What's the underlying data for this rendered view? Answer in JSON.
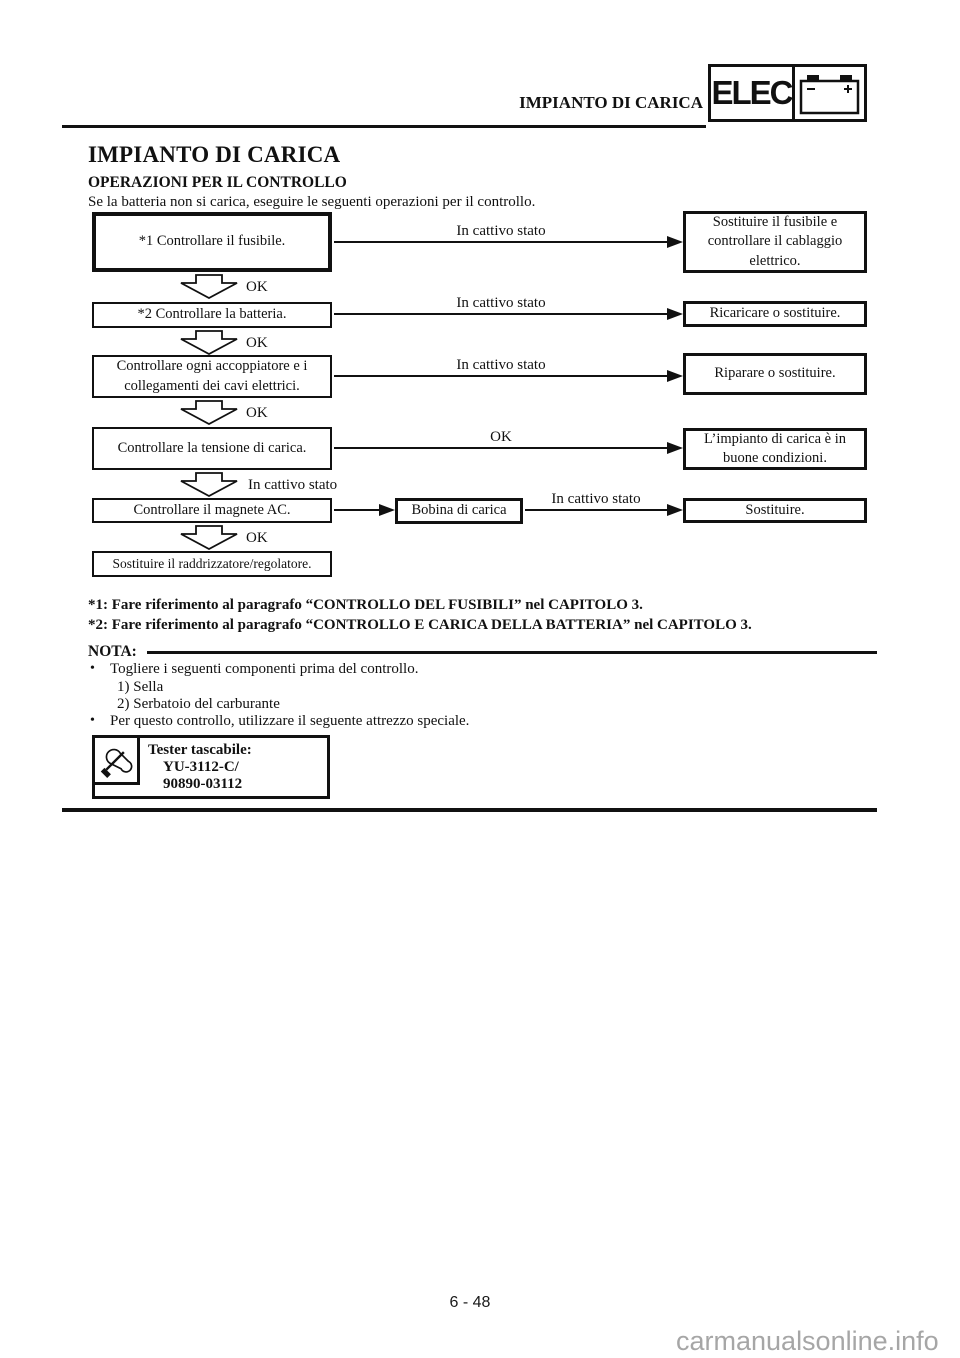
{
  "header": {
    "running_title": "IMPIANTO DI CARICA",
    "chapter_tab": "ELEC",
    "battery_minus": "−",
    "battery_plus": "+"
  },
  "section": {
    "title": "IMPIANTO DI CARICA",
    "subtitle": "OPERAZIONI PER IL CONTROLLO",
    "intro": "Se la batteria non si carica, eseguire le seguenti operazioni per il controllo."
  },
  "flowchart": {
    "labels": {
      "ok": "OK",
      "bad": "In cattivo stato"
    },
    "steps": [
      "*1 Controllare il fusibile.",
      "*2 Controllare la batteria.",
      "Controllare ogni accoppiatore e i collegamenti dei cavi elettrici.",
      "Controllare la tensione di carica.",
      "Controllare il magnete AC.",
      "Sostituire il raddrizzatore/regolatore."
    ],
    "mid_box": "Bobina di carica",
    "results": [
      "Sostituire il fusibile e controllare il cablaggio elettrico.",
      "Ricaricare o sostituire.",
      "Riparare o sostituire.",
      "L’impianto di carica è in buone condizioni.",
      "Sostituire."
    ]
  },
  "footnotes": [
    "*1: Fare riferimento al paragrafo “CONTROLLO DEL FUSIBILI” nel CAPITOLO 3.",
    "*2: Fare riferimento al paragrafo “CONTROLLO E CARICA DELLA BATTERIA” nel CAPITOLO 3."
  ],
  "nota": {
    "label": "NOTA:",
    "bullet": "•",
    "bullet1": "Togliere i seguenti componenti prima del controllo.",
    "sub1": "1) Sella",
    "sub2": "2) Serbatoio del carburante",
    "bullet2": "Per questo controllo, utilizzare il seguente attrezzo speciale."
  },
  "tool": {
    "line1": "Tester tascabile:",
    "line2": "YU-3112-C/",
    "line3": "90890-03112"
  },
  "footer": {
    "page_number": "6 - 48",
    "watermark": "carmanualsonline.info"
  },
  "colors": {
    "ink": "#111111",
    "watermark": "#a6a6a6"
  }
}
